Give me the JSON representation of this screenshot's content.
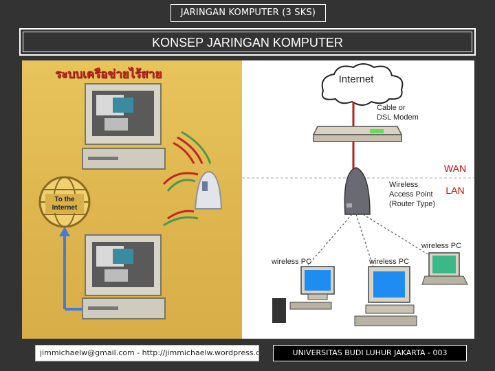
{
  "header": {
    "course_badge": "JARINGAN KOMPUTER (3 SKS)",
    "slide_title": "KONSEP JARINGAN KOMPUTER"
  },
  "left_figure": {
    "thai_title": "ระบบเครือข่ายไร้สาย",
    "globe_label_line1": "To the",
    "globe_label_line2": "Internet"
  },
  "right_figure": {
    "internet_label": "Internet",
    "modem_label_line1": "Cable or",
    "modem_label_line2": "DSL Modem",
    "wan_label": "WAN",
    "lan_label": "LAN",
    "ap_label_line1": "Wireless",
    "ap_label_line2": "Access Point",
    "ap_label_line3": "(Router Type)",
    "pc_label_1": "wireless PC",
    "pc_label_2": "wireless PC",
    "pc_label_3": "wireless PC"
  },
  "footer": {
    "left_text": "jimmichaelw@gmail.com - http://jimmichaelw.wordpress.com",
    "right_text": "UNIVERSITAS BUDI LUHUR JAKARTA - 003"
  },
  "colors": {
    "background": "#333333",
    "left_panel": "#e0b850",
    "wan": "#cc0000",
    "lan": "#cc0000",
    "cable_red": "#b22222"
  }
}
